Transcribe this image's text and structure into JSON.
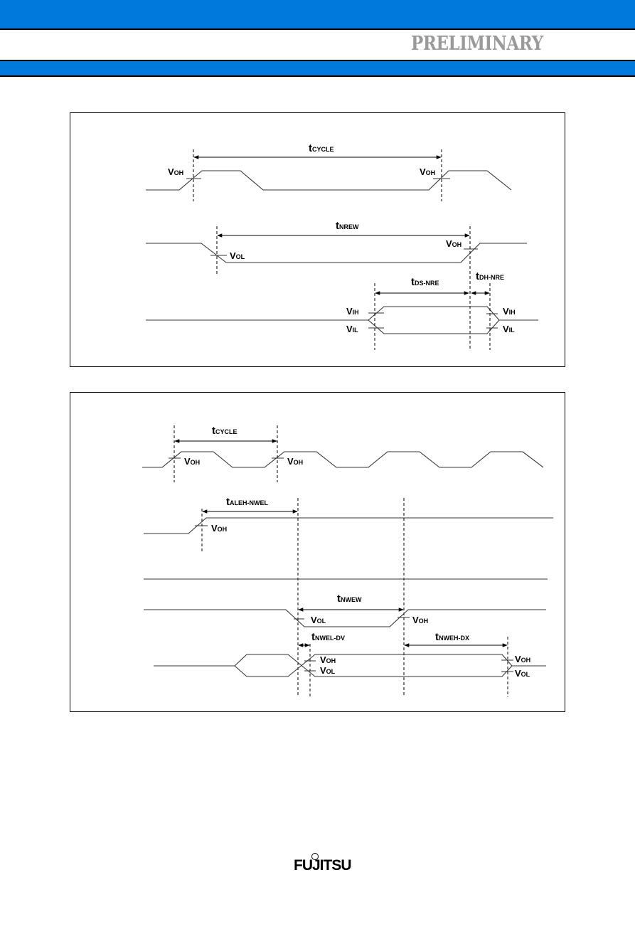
{
  "header": {
    "status_label": "PRELIMINARY",
    "brand_color": "#0079dd"
  },
  "diagram1": {
    "labels": {
      "t_cycle": {
        "main": "t",
        "sub": "CYCLE"
      },
      "voh_1": {
        "main": "V",
        "sub": "OH"
      },
      "voh_2": {
        "main": "V",
        "sub": "OH"
      },
      "t_nrew": {
        "main": "t",
        "sub": "NREW"
      },
      "vol_1": {
        "main": "V",
        "sub": "OL"
      },
      "voh_3": {
        "main": "V",
        "sub": "OH"
      },
      "t_ds_nre": {
        "main": "t",
        "sub": "DS-NRE"
      },
      "t_dh_nre": {
        "main": "t",
        "sub": "DH-NRE"
      },
      "vih_l": {
        "main": "V",
        "sub": "IH"
      },
      "vil_l": {
        "main": "V",
        "sub": "IL"
      },
      "vih_r": {
        "main": "V",
        "sub": "IH"
      },
      "vil_r": {
        "main": "V",
        "sub": "IL"
      }
    }
  },
  "diagram2": {
    "labels": {
      "t_cycle": {
        "main": "t",
        "sub": "CYCLE"
      },
      "voh_1": {
        "main": "V",
        "sub": "OH"
      },
      "voh_2": {
        "main": "V",
        "sub": "OH"
      },
      "t_aleh_nwel": {
        "main": "t",
        "sub": "ALEH-NWEL"
      },
      "voh_3": {
        "main": "V",
        "sub": "OH"
      },
      "t_nwew": {
        "main": "t",
        "sub": "NWEW"
      },
      "vol_1": {
        "main": "V",
        "sub": "OL"
      },
      "voh_4": {
        "main": "V",
        "sub": "OH"
      },
      "t_nwel_dv": {
        "main": "t",
        "sub": "NWEL-DV"
      },
      "t_nweh_dx": {
        "main": "t",
        "sub": "NWEH-DX"
      },
      "voh_5": {
        "main": "V",
        "sub": "OH"
      },
      "vol_2": {
        "main": "V",
        "sub": "OL"
      },
      "voh_6": {
        "main": "V",
        "sub": "OH"
      },
      "vol_3": {
        "main": "V",
        "sub": "OL"
      }
    }
  },
  "footer": {
    "logo_text": "FUJITSU"
  }
}
